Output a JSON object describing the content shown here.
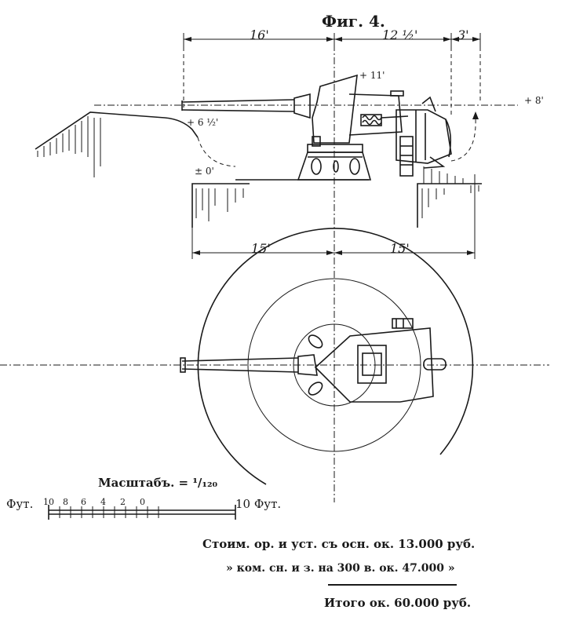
{
  "figure": {
    "title": "Фиг. 4."
  },
  "dimensions_top": {
    "d1": "16'",
    "d2": "12 ½'",
    "d3": "3'"
  },
  "elevations": {
    "e_top": "+ 11'",
    "e_right": "+ 8'",
    "e_left": "+ 6 ½'",
    "e_zero": "± 0'"
  },
  "dimensions_mid": {
    "d1": "15'",
    "d2": "15'"
  },
  "scale": {
    "title": "Масштабъ. = ¹/₁₂₀",
    "left_unit": "Фут.",
    "ticks": [
      "10",
      "8",
      "6",
      "4",
      "2",
      "0"
    ],
    "right_label": "10 Фут."
  },
  "cost": {
    "line1": "Стоим. ор. и уст. съ осн. ок. 13.000 руб.",
    "line2": "»   ком. сн. и з. на 300 в. ок. 47.000   »",
    "total": "Итого ок. 60.000 руб."
  }
}
